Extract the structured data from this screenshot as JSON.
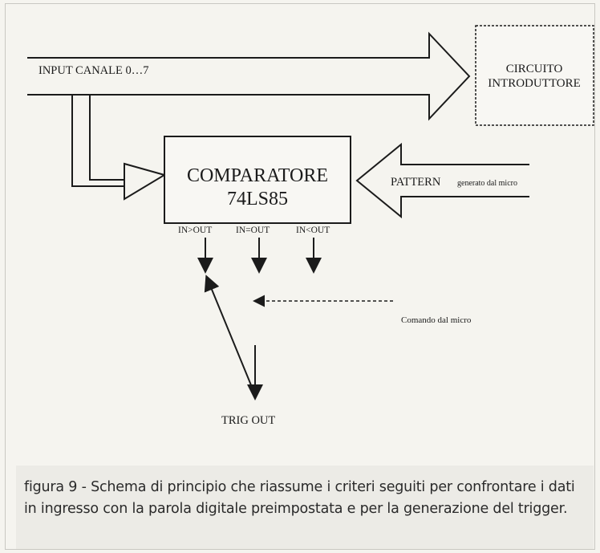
{
  "diagram": {
    "input_label": "INPUT CANALE 0…7",
    "circuit_label_line1": "CIRCUITO",
    "circuit_label_line2": "INTRODUTTORE",
    "comparator_label_line1": "COMPARATORE",
    "comparator_label_line2": "74LS85",
    "pattern_label": "PATTERN",
    "pattern_sublabel": "generato dal micro",
    "out_gt_label": "IN>OUT",
    "out_eq_label": "IN=OUT",
    "out_lt_label": "IN<OUT",
    "command_label": "Comando dal micro",
    "trig_label": "TRIG OUT"
  },
  "caption": {
    "text": "figura 9 - Schema di principio che riassume i criteri seguiti per confrontare i dati in ingresso con la parola digitale preimpostata e per la generazione del trigger."
  }
}
